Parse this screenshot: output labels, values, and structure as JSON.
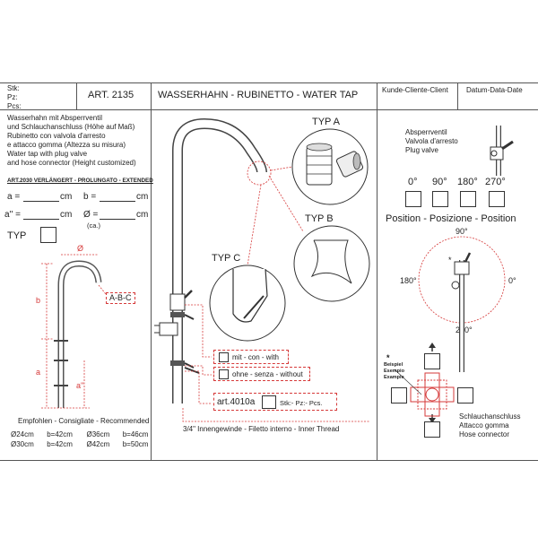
{
  "header": {
    "stk": "Stk:",
    "pz": "Pz:",
    "pcs": "Pcs:",
    "article": "ART. 2135",
    "title": "WASSERHAHN - RUBINETTO - WATER TAP",
    "client": "Kunde-Cliente-Client",
    "date": "Datum-Data-Date"
  },
  "description": [
    "Wasserhahn mit Absperrventil",
    "und Schlauchanschluss (Höhe auf Maß)",
    "Rubinetto con valvola d'arresto",
    "e attacco gomma (Altezza su misura)",
    "Water tap with plug valve",
    "and hose connector (Height customized)"
  ],
  "extended": "ART.2030  VERLÄNGERT - PROLUNGATO - EXTENDED",
  "fields": {
    "a_label": "a =",
    "a_unit": "cm",
    "b_label": "b =",
    "b_unit": "cm",
    "a2_label": "a'' =",
    "a2_unit": "cm",
    "phi_label": "Ø =",
    "phi_unit": "cm",
    "phi_note": "(ca.)",
    "typ": "TYP"
  },
  "dims": {
    "phi": "Ø",
    "b": "b",
    "a": "a",
    "a2": "a''",
    "abc": "A-B-C"
  },
  "recommended": {
    "title": "Empfohlen - Consigliate - Recommended",
    "rows": [
      [
        "Ø24cm",
        "b=42cm",
        "Ø36cm",
        "b=46cm"
      ],
      [
        "Ø30cm",
        "b=42cm",
        "Ø42cm",
        "b=50cm"
      ]
    ]
  },
  "types": {
    "a": "TYP  A",
    "b": "TYP  B",
    "c": "TYP  C"
  },
  "options": {
    "with": "mit - con - with",
    "without": "ohne - senza - without",
    "art": "art.4010a",
    "qty": "Stk:- Pz:- Pcs."
  },
  "thread": "3/4\" Innengewinde - Filetto interno - Inner Thread",
  "valve": {
    "lines": [
      "Absperrventil",
      "Valvola d'arresto",
      "Plug valve"
    ],
    "angles": [
      "0°",
      "90°",
      "180°",
      "270°"
    ]
  },
  "position": {
    "title": "Position - Posizione - Position",
    "deg90": "90°",
    "deg180": "180°",
    "deg0": "0°",
    "deg270": "270°"
  },
  "example": {
    "star": "*",
    "lines": [
      "Beispiel",
      "Esempio",
      "Example"
    ]
  },
  "hose": [
    "Schlauchanschluss",
    "Attacco gomma",
    "Hose connector"
  ]
}
